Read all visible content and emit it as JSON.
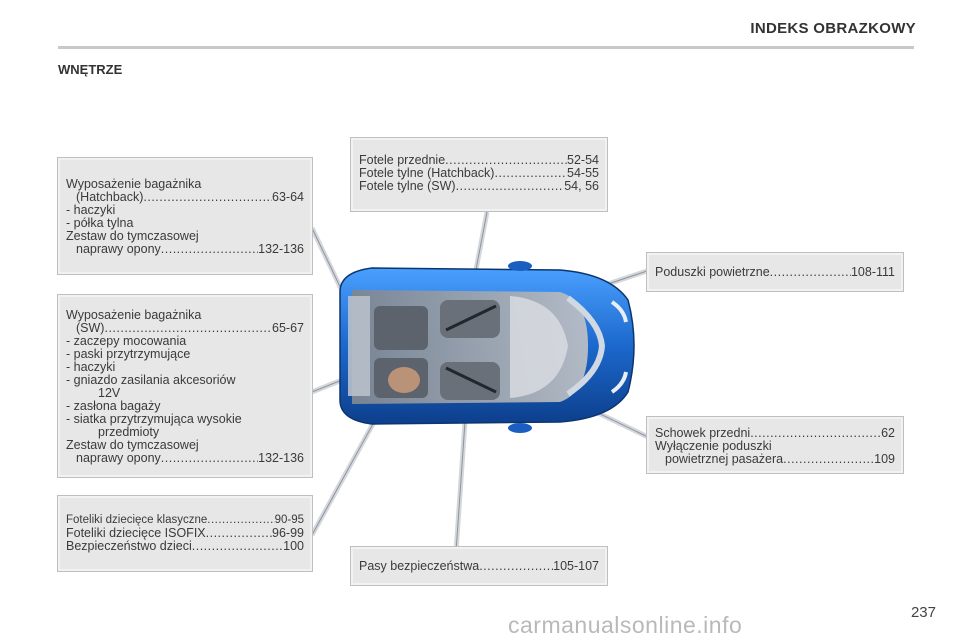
{
  "header": {
    "title": "INDEKS OBRAZKOWY"
  },
  "section_title": "WNĘTRZE",
  "box_seats": {
    "rows": [
      {
        "label": "Fotele przednie",
        "pages": "52-54"
      },
      {
        "label": "Fotele tylne (Hatchback) ",
        "pages": "54-55"
      },
      {
        "label": "Fotele tylne (SW)",
        "pages": "54, 56"
      }
    ]
  },
  "box_trunk_hatch": {
    "line1": "Wyposażenie bagażnika",
    "row1": {
      "label": "(Hatchback) ",
      "pages": "63-64"
    },
    "items": [
      "-   haczyki",
      "-   półka tylna"
    ],
    "line_kit": "Zestaw do tymczasowej",
    "row2": {
      "label": "naprawy opony ",
      "pages": "132-136"
    }
  },
  "box_trunk_sw": {
    "line1": "Wyposażenie bagażnika",
    "row1": {
      "label": "(SW) ",
      "pages": "65-67"
    },
    "items": [
      "-   zaczepy mocowania",
      "-   paski przytrzymujące",
      "-   haczyki",
      "-   gniazdo zasilania akcesoriów"
    ],
    "items_cont1": "12V",
    "items2": [
      "-   zasłona bagaży",
      "-   siatka przytrzymująca wysokie"
    ],
    "items_cont2": "przedmioty",
    "line_kit": "Zestaw do tymczasowej",
    "row2": {
      "label": "naprawy opony ",
      "pages": "132-136"
    }
  },
  "box_child": {
    "rows": [
      {
        "label": "Foteliki dziecięce klasyczne ",
        "pages": "90-95"
      },
      {
        "label": "Foteliki dziecięce ISOFIX ",
        "pages": "96-99"
      },
      {
        "label": "Bezpieczeństwo dzieci ",
        "pages": "100"
      }
    ]
  },
  "box_belts": {
    "label": "Pasy bezpieczeństwa ",
    "pages": "105-107"
  },
  "box_airbags": {
    "label": "Poduszki powietrzne ",
    "pages": "108-111"
  },
  "box_glovebox": {
    "row1": {
      "label": "Schowek przedni ",
      "pages": "62"
    },
    "line2": "Wyłączenie poduszki",
    "row2": {
      "label": "powietrznej pasażera ",
      "pages": "109"
    }
  },
  "page_number": "237",
  "watermark": "carmanualsonline.info",
  "colors": {
    "car_body": "#1e6fd1",
    "box_bg": "#e7e7e8",
    "leader_line": "#cfd2d6"
  }
}
